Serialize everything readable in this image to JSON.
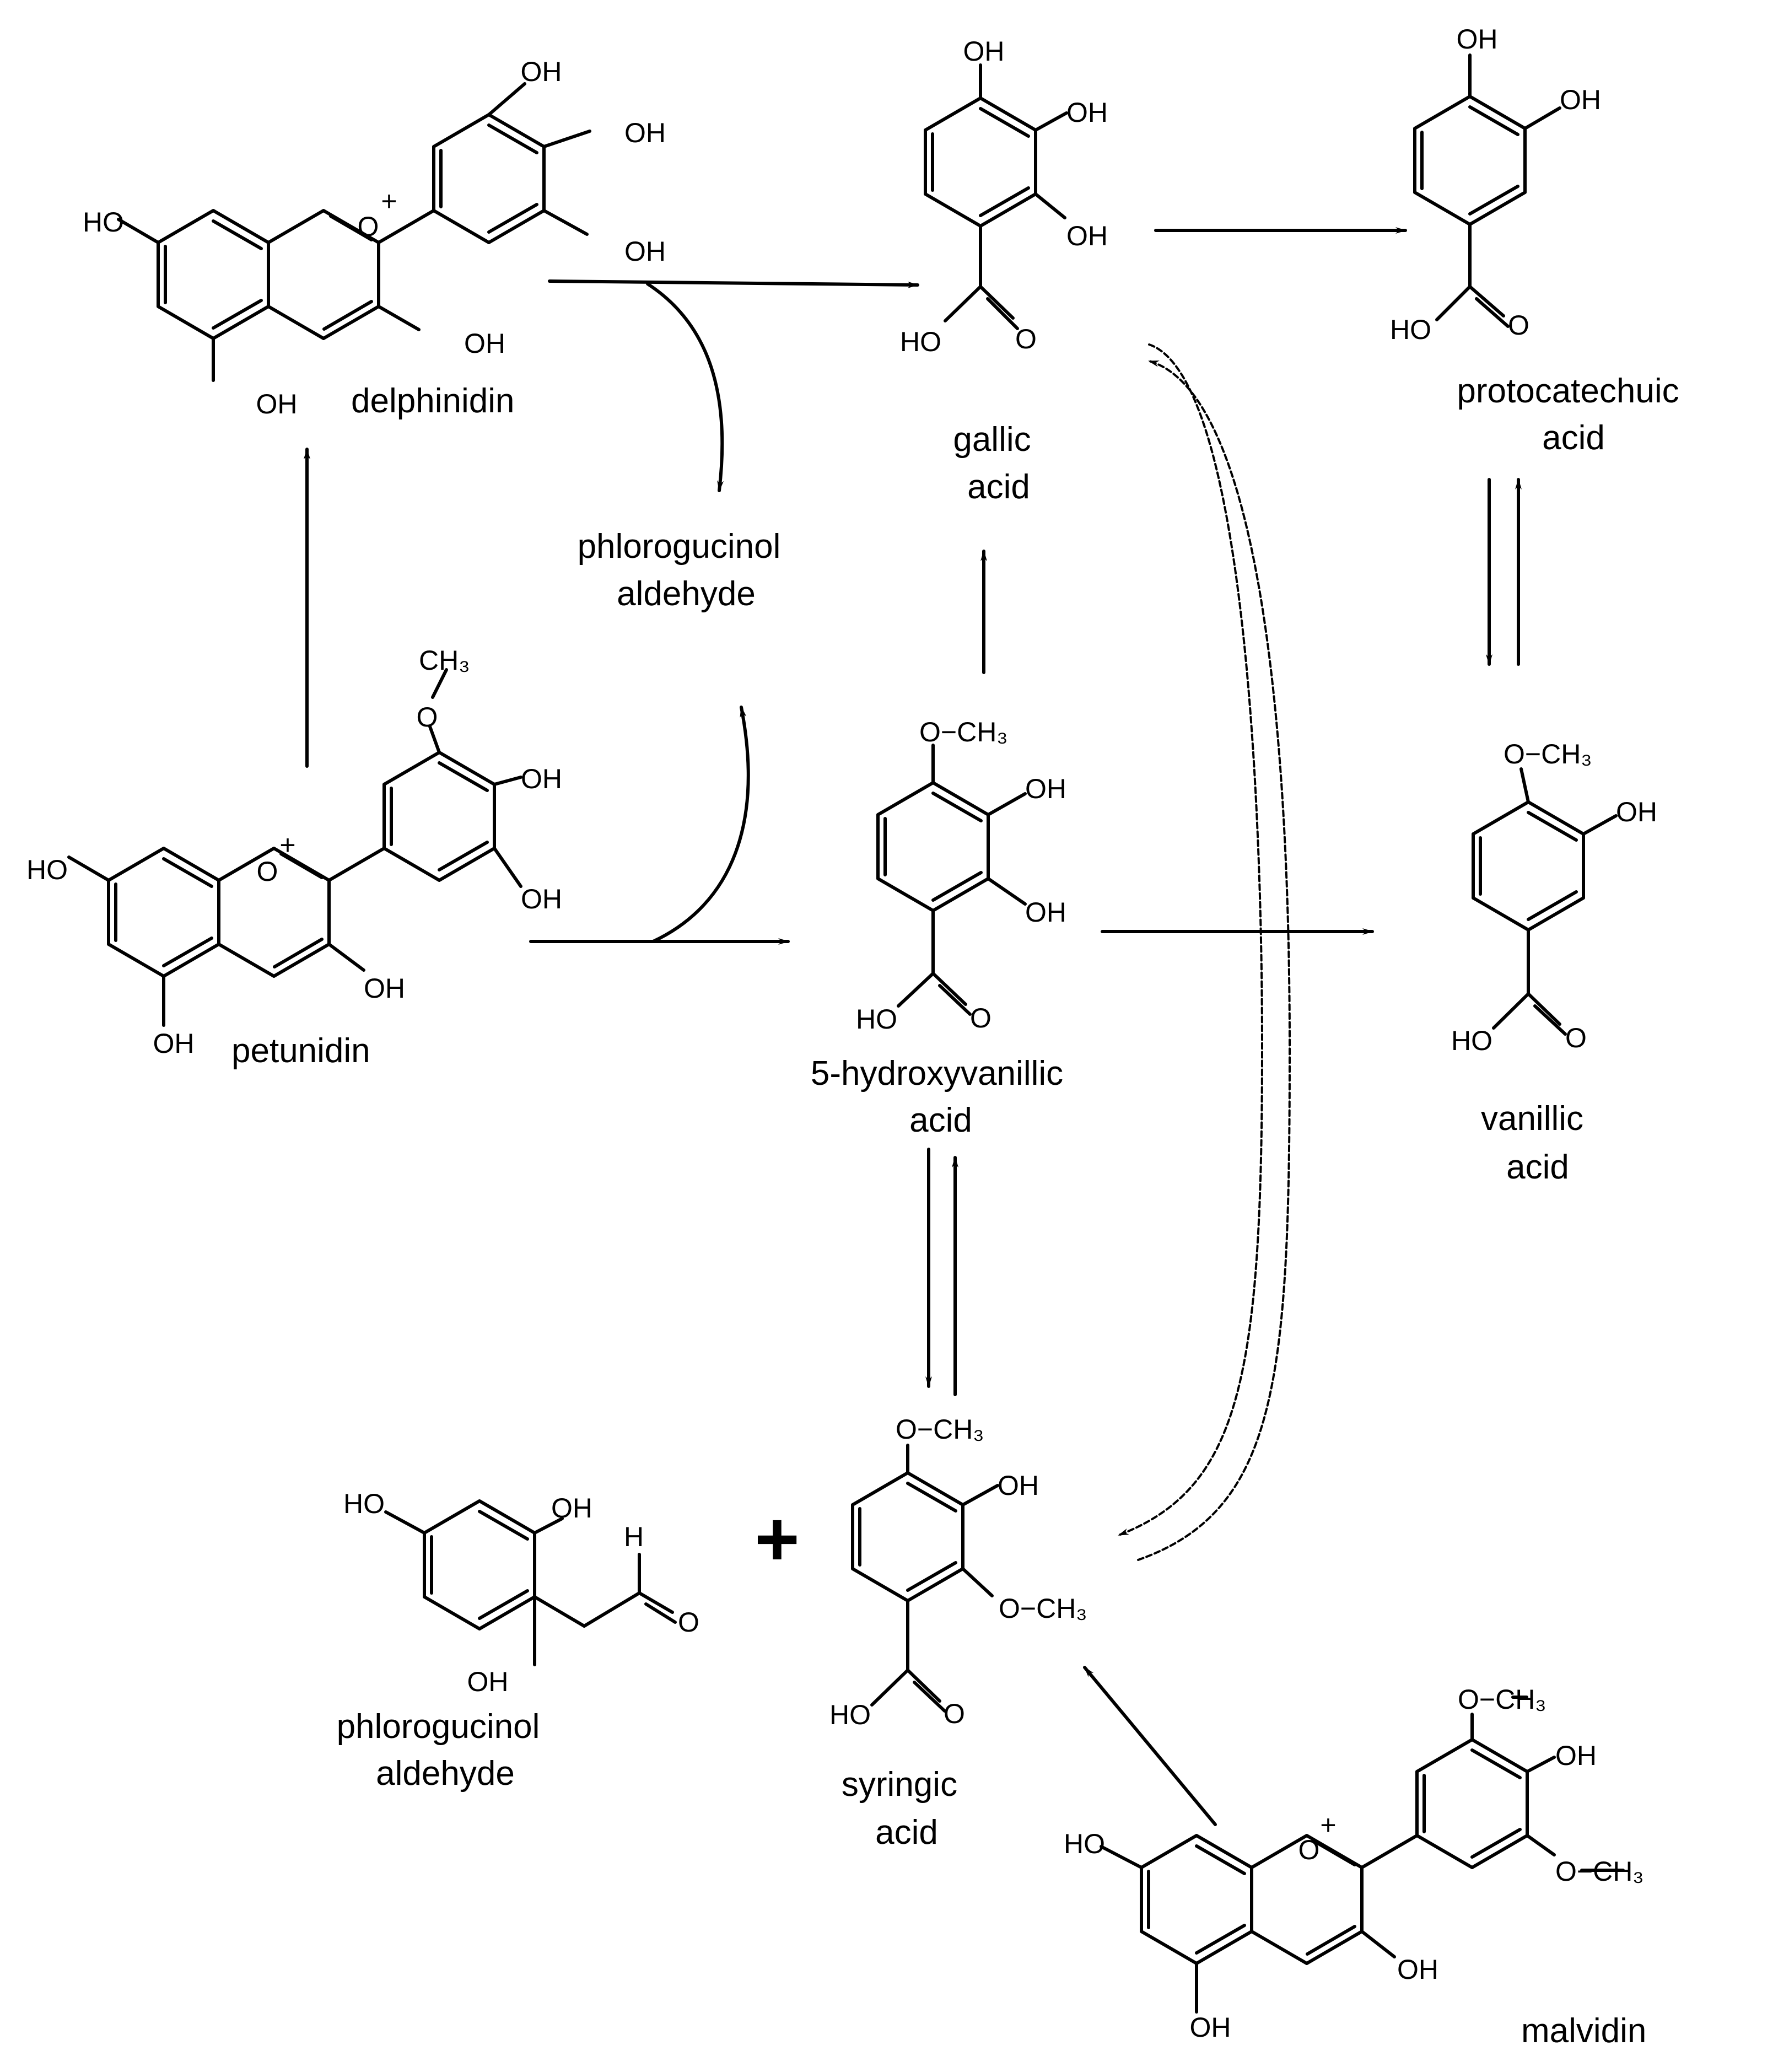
{
  "atoms": {
    "oh": "OH",
    "ho": "HO",
    "o": "O",
    "o_ch3": "O−CH₃",
    "ch3": "CH₃",
    "plus_charge": "+",
    "h": "H"
  },
  "compounds": {
    "delphinidin": {
      "label": "delphinidin",
      "color": "#ff0000"
    },
    "petunidin": {
      "label": "petunidin",
      "color": "#ff0000"
    },
    "malvidin": {
      "label": "malvidin",
      "color": "#ff0000"
    },
    "gallic_acid": {
      "line1": "gallic",
      "line2": "acid"
    },
    "protocatechuic_acid": {
      "line1": "protocatechuic",
      "line2": "acid"
    },
    "hydroxyvanillic_acid": {
      "line1": "5-hydroxyvanillic",
      "line2": "acid"
    },
    "vanillic_acid": {
      "line1": "vanillic",
      "line2": "acid"
    },
    "syringic_acid": {
      "line1": "syringic",
      "line2": "acid"
    },
    "phloroglucinol_aldehyde_upper": {
      "line1": "phlorogucinol",
      "line2": "aldehyde"
    },
    "phloroglucinol_aldehyde_lower": {
      "line1": "phlorogucinol",
      "line2": "aldehyde"
    }
  },
  "plus_sign": "+",
  "colors": {
    "ink": "#000000",
    "anthocyanin_label": "#ff0000"
  }
}
